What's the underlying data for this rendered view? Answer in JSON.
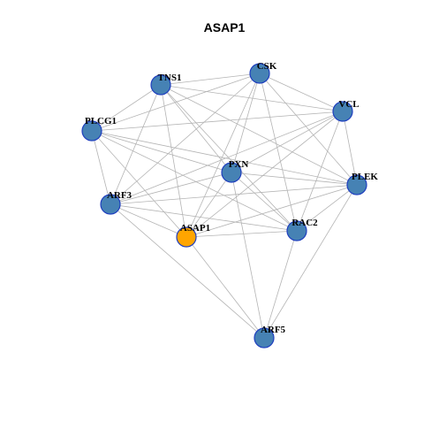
{
  "title": "ASAP1",
  "colors": {
    "default_node": "#4682b4",
    "focus_node": "#ffa500",
    "edge": "#b4b4b4",
    "node_border": "#1f3fbf"
  },
  "nodes": [
    {
      "id": "TNS1",
      "label": "TNS1",
      "focus": false
    },
    {
      "id": "CSK",
      "label": "CSK",
      "focus": false
    },
    {
      "id": "VCL",
      "label": "VCL",
      "focus": false
    },
    {
      "id": "PLCG1",
      "label": "PLCG1",
      "focus": false
    },
    {
      "id": "PXN",
      "label": "PXN",
      "focus": false
    },
    {
      "id": "PLEK",
      "label": "PLEK",
      "focus": false
    },
    {
      "id": "ARF3",
      "label": "ARF3",
      "focus": false
    },
    {
      "id": "ASAP1",
      "label": "ASAP1",
      "focus": true
    },
    {
      "id": "RAC2",
      "label": "RAC2",
      "focus": false
    },
    {
      "id": "ARF5",
      "label": "ARF5",
      "focus": false
    }
  ],
  "edges": [
    [
      "TNS1",
      "CSK"
    ],
    [
      "TNS1",
      "VCL"
    ],
    [
      "TNS1",
      "PLCG1"
    ],
    [
      "TNS1",
      "PXN"
    ],
    [
      "TNS1",
      "PLEK"
    ],
    [
      "TNS1",
      "ARF3"
    ],
    [
      "TNS1",
      "ASAP1"
    ],
    [
      "TNS1",
      "RAC2"
    ],
    [
      "CSK",
      "VCL"
    ],
    [
      "CSK",
      "PLCG1"
    ],
    [
      "CSK",
      "PXN"
    ],
    [
      "CSK",
      "PLEK"
    ],
    [
      "CSK",
      "ARF3"
    ],
    [
      "CSK",
      "ASAP1"
    ],
    [
      "CSK",
      "RAC2"
    ],
    [
      "VCL",
      "PLCG1"
    ],
    [
      "VCL",
      "PXN"
    ],
    [
      "VCL",
      "PLEK"
    ],
    [
      "VCL",
      "ARF3"
    ],
    [
      "VCL",
      "ASAP1"
    ],
    [
      "VCL",
      "RAC2"
    ],
    [
      "PLCG1",
      "PXN"
    ],
    [
      "PLCG1",
      "PLEK"
    ],
    [
      "PLCG1",
      "ARF3"
    ],
    [
      "PLCG1",
      "ASAP1"
    ],
    [
      "PLCG1",
      "RAC2"
    ],
    [
      "PXN",
      "PLEK"
    ],
    [
      "PXN",
      "ARF3"
    ],
    [
      "PXN",
      "ASAP1"
    ],
    [
      "PXN",
      "RAC2"
    ],
    [
      "PXN",
      "ARF5"
    ],
    [
      "PLEK",
      "ARF3"
    ],
    [
      "PLEK",
      "ASAP1"
    ],
    [
      "PLEK",
      "RAC2"
    ],
    [
      "PLEK",
      "ARF5"
    ],
    [
      "ARF3",
      "ASAP1"
    ],
    [
      "ARF3",
      "RAC2"
    ],
    [
      "ARF3",
      "ARF5"
    ],
    [
      "ASAP1",
      "RAC2"
    ],
    [
      "ASAP1",
      "ARF5"
    ],
    [
      "RAC2",
      "ARF5"
    ]
  ]
}
